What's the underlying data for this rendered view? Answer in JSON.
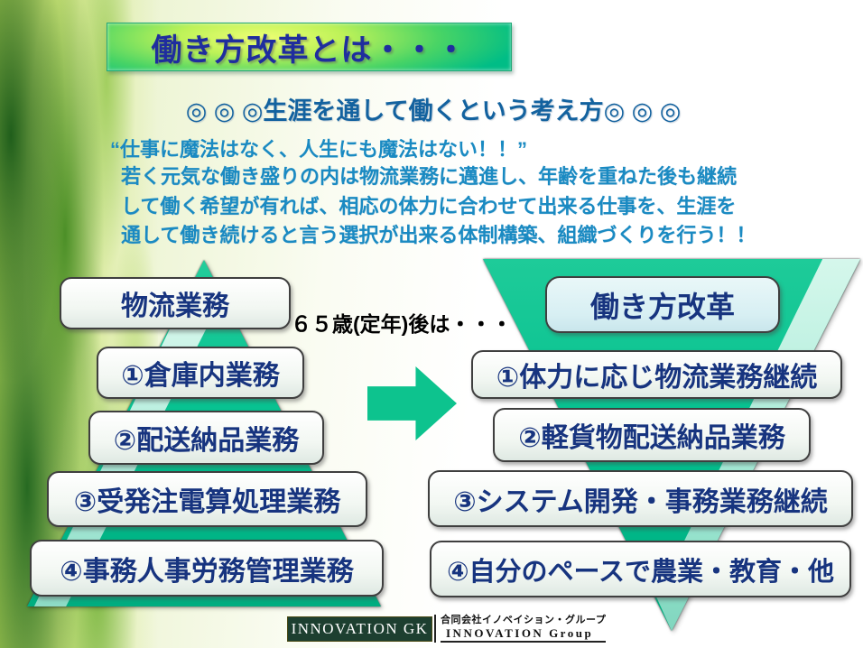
{
  "slide": {
    "title": "働き方改革とは・・・",
    "subtitle": "◎ ◎ ◎生涯を通して働くという考え方◎ ◎ ◎",
    "quote": "“仕事に魔法はなく、人生にも魔法はない！！”",
    "body_lines": {
      "line1": "若く元気な働き盛りの内は物流業務に邁進し、年齢を重ねた後も継続",
      "line2": "して働く希望が有れば、相応の体力に合わせて出来る仕事を、生涯を",
      "line3": "通して働き続けると言う選択が出来る体制構築、組織づくりを行う！！"
    },
    "transition_label": "６５歳(定年)後は・・・"
  },
  "left_pyramid": {
    "top_label": "物流業務",
    "items": [
      "①倉庫内業務",
      "②配送納品業務",
      "③受発注電算処理業務",
      "④事務人事労務管理業務"
    ]
  },
  "right_funnel": {
    "top_label": "働き方改革",
    "items": [
      "①体力に応じ物流業務継続",
      "②軽貨物配送納品業務",
      "③システム開発・事務業務継続",
      "④自分のペースで農業・教育・他"
    ]
  },
  "footer": {
    "logo_text": "INNOVATION GK",
    "company_jp": "合同会社イノベイション・グループ",
    "company_en": "INNOVATION Group"
  },
  "colors": {
    "accent_teal": "#00BF8E",
    "title_text": "#1F2D9E",
    "subtitle_text": "#13629F",
    "body_text": "#1A8AC2",
    "box_text": "#17347F",
    "logo_green": "#1D3F30"
  }
}
